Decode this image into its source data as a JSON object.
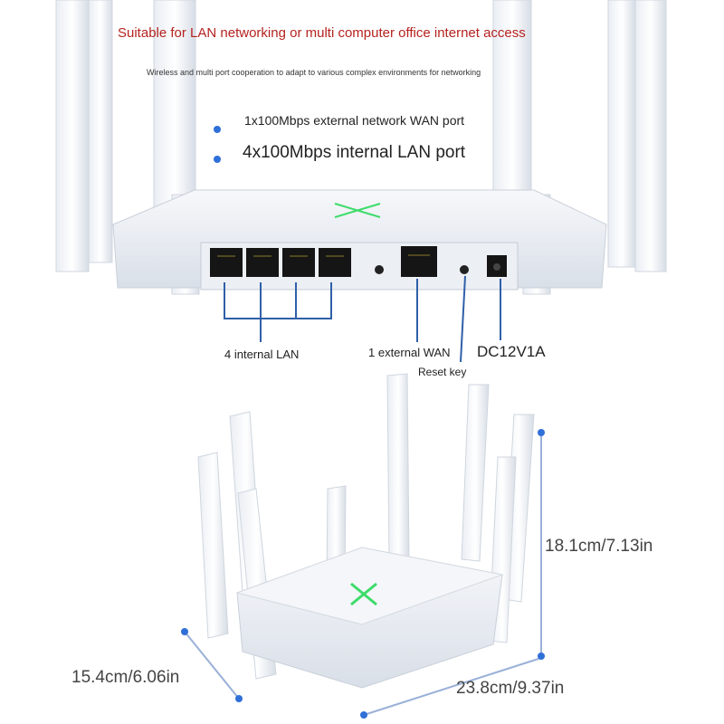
{
  "header": {
    "title": "Suitable for LAN networking or multi computer office internet access",
    "subtitle": "Wireless and multi port cooperation to adapt to various complex environments for networking"
  },
  "features": [
    "1x100Mbps external network WAN port",
    "4x100Mbps internal LAN port"
  ],
  "port_callouts": {
    "lan": "4 internal LAN",
    "wan": "1 external WAN",
    "power": "DC12V1A",
    "reset": "Reset key"
  },
  "dimensions": {
    "height": "18.1cm/7.13in",
    "depth": "15.4cm/6.06in",
    "width": "23.8cm/9.37in"
  },
  "colors": {
    "title": "#b5231f",
    "bullet": "#2f6fd8",
    "callout_line": "#2f5fa8",
    "led": "#3ddc6a"
  }
}
